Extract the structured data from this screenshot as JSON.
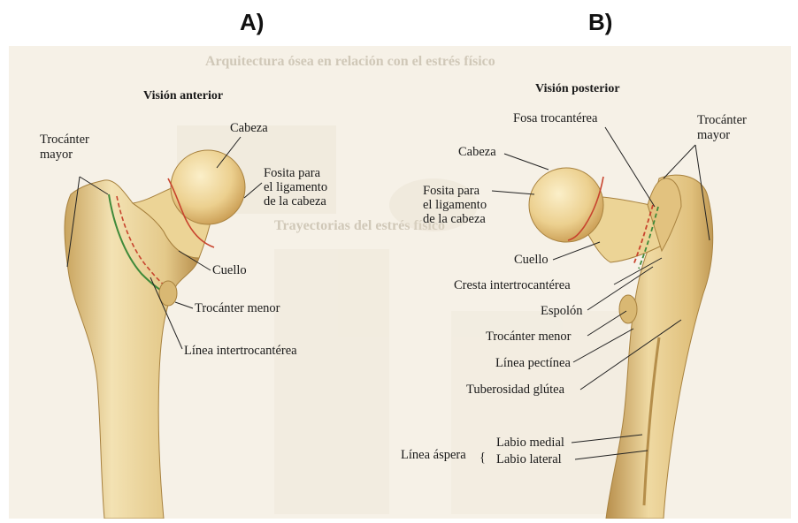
{
  "panels": {
    "a": "A)",
    "b": "B)"
  },
  "colors": {
    "bone_light": "#f3e2b3",
    "bone_mid": "#e4c98a",
    "bone_shadow": "#c9a45e",
    "red_line": "#c8442e",
    "green_line": "#3f8a3a",
    "page_bg": "#f6f1e7"
  },
  "background_text": {
    "title": "Arquitectura ósea en relación con el estrés físico",
    "subtitle": "Trayectorias del estrés físico"
  },
  "anterior": {
    "heading": "Visión anterior",
    "labels": {
      "trochanter_major_1": "Trocánter",
      "trochanter_major_2": "mayor",
      "head": "Cabeza",
      "fovea_1": "Fosita para",
      "fovea_2": "el ligamento",
      "fovea_3": "de la cabeza",
      "neck": "Cuello",
      "trochanter_minor": "Trocánter menor",
      "intertrochanteric_line": "Línea intertrocantérea"
    }
  },
  "posterior": {
    "heading": "Visión posterior",
    "labels": {
      "trochanteric_fossa": "Fosa trocantérea",
      "trochanter_major_1": "Trocánter",
      "trochanter_major_2": "mayor",
      "head": "Cabeza",
      "fovea_1": "Fosita para",
      "fovea_2": "el ligamento",
      "fovea_3": "de la cabeza",
      "neck": "Cuello",
      "intertrochanteric_crest": "Cresta intertrocantérea",
      "spur": "Espolón",
      "trochanter_minor": "Trocánter menor",
      "pectineal_line": "Línea pectínea",
      "gluteal_tuberosity": "Tuberosidad glútea",
      "linea_aspera": "Línea áspera",
      "medial_lip": "Labio medial",
      "lateral_lip": "Labio lateral"
    }
  }
}
